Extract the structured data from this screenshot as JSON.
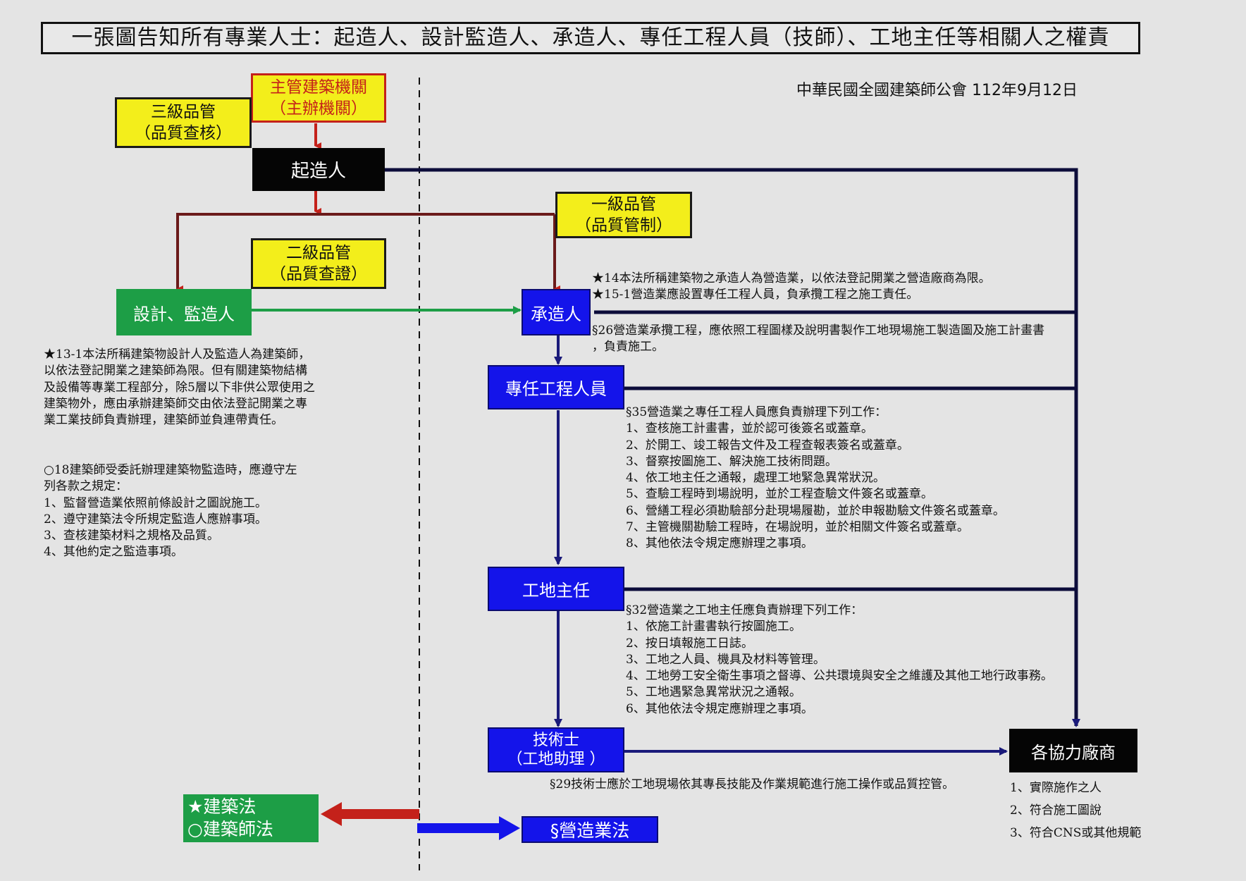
{
  "title": "一張圖告知所有專業人士：起造人、設計監造人、承造人、專任工程人員（技師）、工地主任等相關人之權責",
  "credit": "中華民國全國建築師公會  112年9月12日",
  "boxes": {
    "authority": {
      "line1": "主管建築機關",
      "line2": "（主辦機關）"
    },
    "qc3": {
      "line1": "三級品管",
      "line2": "（品質查核）"
    },
    "owner": "起造人",
    "qc1": {
      "line1": "一級品管",
      "line2": "（品質管制）"
    },
    "qc2": {
      "line1": "二級品管",
      "line2": "（品質查證）"
    },
    "designer": "設計、監造人",
    "contractor": "承造人",
    "engineer": "專任工程人員",
    "site_director": "工地主任",
    "technician": {
      "line1": "技術士",
      "line2": "（工地助理 ）"
    },
    "subcontractors": "各協力廠商"
  },
  "notes": {
    "contractor_star": [
      "★14本法所稱建築物之承造人為營造業，以依法登記開業之營造廠商為限。",
      "★15-1營造業應設置專任工程人員，負承攬工程之施工責任。"
    ],
    "contractor_s26": [
      "§26營造業承攬工程，應依照工程圖樣及說明書製作工地現場施工製造圖及施工計畫書",
      "，負責施工。"
    ],
    "engineer_s35": [
      "§35營造業之專任工程人員應負責辦理下列工作：",
      "1、查核施工計畫書，並於認可後簽名或蓋章。",
      "2、於開工、竣工報告文件及工程查報表簽名或蓋章。",
      "3、督察按圖施工、解決施工技術問題。",
      "4、依工地主任之通報，處理工地緊急異常狀況。",
      "5、查驗工程時到場說明，並於工程查驗文件簽名或蓋章。",
      "6、營繕工程必須勘驗部分赴現場履勘，並於申報勘驗文件簽名或蓋章。",
      "7、主管機關勘驗工程時，在場說明，並於相關文件簽名或蓋章。",
      "8、其他依法令規定應辦理之事項。"
    ],
    "site_s32": [
      "§32營造業之工地主任應負責辦理下列工作：",
      "1、依施工計畫書執行按圖施工。",
      "2、按日填報施工日誌。",
      "3、工地之人員、機具及材料等管理。",
      "4、工地勞工安全衛生事項之督導、公共環境與安全之維護及其他工地行政事務。",
      "5、工地遇緊急異常狀況之通報。",
      "6、其他依法令規定應辦理之事項。"
    ],
    "technician_s29": "§29技術士應於工地現場依其專長技能及作業規範進行施工操作或品質控管。",
    "subcontractor_list": [
      "1、實際施作之人",
      "2、符合施工圖說",
      "3、符合CNS或其他規範"
    ],
    "designer_13_1": "★13-1本法所稱建築物設計人及監造人為建築師，以依法登記開業之建築師為限。但有關建築物結構及設備等專業工程部分，除5層以下非供公眾使用之建築物外，應由承辦建築師交由依法登記開業之專業工業技師負責辦理，建築師並負連帶責任。",
    "designer_18": [
      "○18建築師受委託辦理建築物監造時，應遵守左",
      "列各款之規定：",
      "1、監督營造業依照前條設計之圖說施工。",
      "2、遵守建築法令所規定監造人應辦事項。",
      "3、查核建築材料之規格及品質。",
      "4、其他約定之監造事項。"
    ]
  },
  "legend": {
    "building_act": "★建築法",
    "architect_act": "○建築師法",
    "construction_act": "§營造業法"
  },
  "colors": {
    "yellow": "#f3ee1b",
    "red": "#c4211a",
    "green": "#1d9e46",
    "blue": "#1414ea",
    "black": "#050505"
  }
}
